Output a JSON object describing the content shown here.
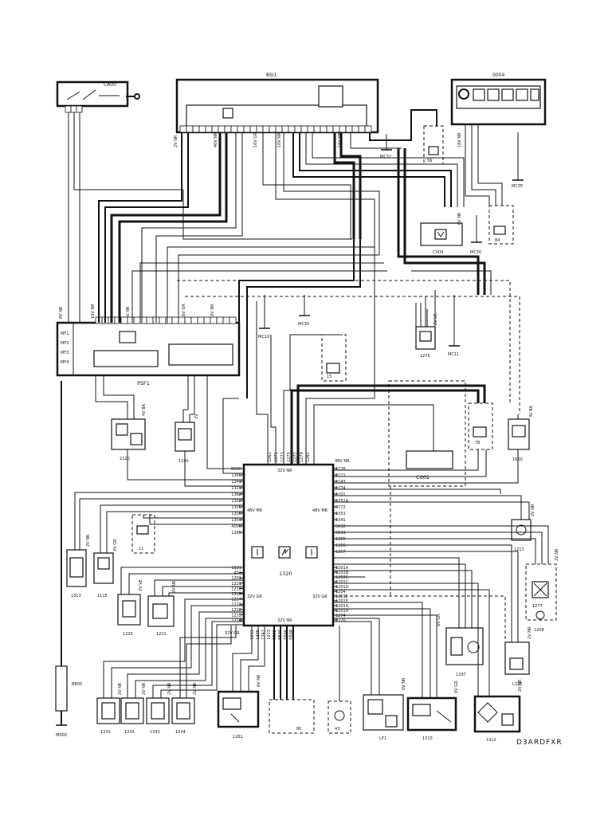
{
  "reference": "D3ARDFXR",
  "components": {
    "ca00": "CA00",
    "bsi1": "BSI1",
    "c0004": "0004",
    "cv00": "CV00",
    "psf1": "PSF1",
    "c1320": "1320",
    "c0001": "C001",
    "c2120": "2120",
    "c1240": "1240",
    "c1276": "1276",
    "c1620": "1620",
    "c1313": "1313",
    "c1115": "1115",
    "c1220": "1220",
    "c1221": "1221",
    "c1213": "1213",
    "c1277": "1277",
    "c1208": "1208",
    "c1297": "1297",
    "c1322": "L322",
    "c1331": "1331",
    "c1332": "1332",
    "c1333": "1333",
    "c1334": "1334",
    "c1261": "1261",
    "c1310": "1310",
    "c1312": "1312",
    "lp1": "LP1",
    "bb00": "BB00",
    "m000": "M000",
    "mc30": "MC30",
    "mc10": "MC10",
    "mc11": "MC11",
    "mc32": "MC32",
    "mc35": "MC35",
    "mc31": "MC30"
  },
  "connectors": {
    "bsi_a": "2V NR",
    "bsi_b": "40V NR",
    "bsi_c": "16V GR",
    "bsi_d": "16V NR",
    "bsi_e": "10V NR",
    "bsi_f": "16V NR",
    "psf_a": "8V NR",
    "psf_b": "8V NR",
    "psf_c": "10V NR",
    "psf_d": "16V GR",
    "psf_e": "10V NR",
    "ecu_top": "32V NR",
    "ecu_topr": "48V NR",
    "ecu_left": "48V MR",
    "ecu_right": "48V MR",
    "ecu_left2": "32V GR",
    "ecu_right2": "32V GR",
    "ecu_bottom": "32V NR",
    "ecu_bl": "32V GR",
    "c0004": "18V NR",
    "c2120": "4V BA",
    "c1240": "2V",
    "c1276": "2V VE",
    "c1620": "3V BA",
    "c1313": "2V NR",
    "c1115": "2V GR",
    "c1220": "2V VE",
    "c1221": "2V NR",
    "c1213": "2V NR",
    "c1277": "2V NR",
    "c1297": "6V GR",
    "c1322": "2V NR",
    "c1331": "2V NR",
    "c1332": "2V NR",
    "c1333": "2V NR",
    "c1334": "2V NR",
    "c1261": "6V NR",
    "lp1": "6V NR",
    "c1310": "6V GR",
    "c1312": "2V NR",
    "cv00": "6V NR"
  },
  "ecu_pins_left": [
    "BS00",
    "1365",
    "1341",
    "1311",
    "1362",
    "1352",
    "1356",
    "1350",
    "1353",
    "4000",
    "1365"
  ],
  "ecu_pins_right": [
    "1226",
    "1221",
    "1243",
    "1274",
    "1201",
    "1351A",
    "6772",
    "1353",
    "1341",
    "5032",
    "6033",
    "1265",
    "1266",
    "1257"
  ],
  "ecu_pins_left2": [
    "1131",
    "401",
    "1201",
    "1211",
    "1212",
    "1213",
    "1214",
    "1221",
    "1222",
    "1213",
    "1214"
  ],
  "ecu_pins_right2": [
    "1201A",
    "1203B",
    "1203C",
    "1201C",
    "1201D",
    "1204",
    "1201E",
    "1201F",
    "1201G",
    "1201H",
    "1274",
    "1220"
  ],
  "ecu_pins_bottom": [
    "1231",
    "1235",
    "1241",
    "1213",
    "5502",
    "5504",
    "5506",
    "5508"
  ],
  "ecu_pins_top": [
    "1261",
    "1271",
    "1273",
    "1275",
    "1277",
    "1279",
    "1281"
  ],
  "dashed_boxes": {
    "d56": "56",
    "d78": "78",
    "d84": "84",
    "d15": "15",
    "d11": "11",
    "d80": "80",
    "d43": "43"
  }
}
